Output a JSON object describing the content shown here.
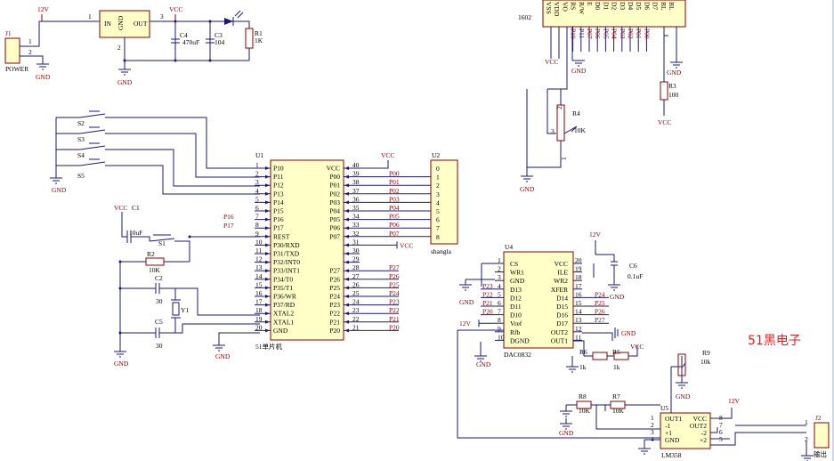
{
  "power": {
    "j1_ref": "J1",
    "j1_name": "POWER",
    "pin1": "1",
    "pin2": "2",
    "vin": "12V",
    "gnd": "GND"
  },
  "regulator": {
    "in": "IN",
    "out": "OUT",
    "gnd": "GND",
    "pin1": "1",
    "pin2": "2",
    "pin3": "3",
    "vcc": "VCC"
  },
  "caps_power": {
    "c4_ref": "C4",
    "c4_val": "470uF",
    "c3_ref": "C3",
    "c3_val": "104",
    "r1_ref": "R1",
    "r1_val": "1K",
    "gnd": "GND"
  },
  "switches": {
    "s2": "S2",
    "s3": "S3",
    "s4": "S4",
    "s5": "S5",
    "gnd": "GND"
  },
  "reset": {
    "vcc": "VCC",
    "c1_ref": "C1",
    "c1_val": "10uF",
    "s1": "S1",
    "r2_ref": "R2",
    "r2_val": "10K",
    "c2_ref": "C2",
    "c2_val": "30",
    "c5_ref": "C5",
    "c5_val": "30",
    "y1": "Y1",
    "gnd": "GND"
  },
  "mcu": {
    "ref": "U1",
    "name": "51单片机",
    "vcc": "VCC",
    "gnd": "GND",
    "p16": "P16",
    "p17": "P17",
    "left_pins": [
      {
        "num": "1",
        "label": "P10"
      },
      {
        "num": "2",
        "label": "P11"
      },
      {
        "num": "3",
        "label": "P12"
      },
      {
        "num": "4",
        "label": "P13"
      },
      {
        "num": "5",
        "label": "P14"
      },
      {
        "num": "6",
        "label": "P15"
      },
      {
        "num": "7",
        "label": "P16"
      },
      {
        "num": "8",
        "label": "P17"
      },
      {
        "num": "9",
        "label": "REST"
      },
      {
        "num": "10",
        "label": "P30/RXD"
      },
      {
        "num": "11",
        "label": "P31/TXD"
      },
      {
        "num": "12",
        "label": "P32/INT0"
      },
      {
        "num": "13",
        "label": "P33/INT1"
      },
      {
        "num": "14",
        "label": "P34/T0"
      },
      {
        "num": "15",
        "label": "P35/T1"
      },
      {
        "num": "16",
        "label": "P36/WR"
      },
      {
        "num": "17",
        "label": "P37/RD"
      },
      {
        "num": "18",
        "label": "XTAL2"
      },
      {
        "num": "19",
        "label": "XTAL1"
      },
      {
        "num": "20",
        "label": "GND"
      }
    ],
    "right_pins": [
      {
        "num": "40",
        "label": "VCC",
        "net": ""
      },
      {
        "num": "39",
        "label": "P00",
        "net": "P00"
      },
      {
        "num": "38",
        "label": "P01",
        "net": "P01"
      },
      {
        "num": "37",
        "label": "P02",
        "net": "P02"
      },
      {
        "num": "36",
        "label": "P03",
        "net": "P03"
      },
      {
        "num": "35",
        "label": "P04",
        "net": "P04"
      },
      {
        "num": "34",
        "label": "P05",
        "net": "P05"
      },
      {
        "num": "33",
        "label": "P06",
        "net": "P06"
      },
      {
        "num": "32",
        "label": "P07",
        "net": "P07"
      },
      {
        "num": "31",
        "label": "",
        "net": "VCC"
      },
      {
        "num": "30",
        "label": "",
        "net": ""
      },
      {
        "num": "29",
        "label": "",
        "net": ""
      },
      {
        "num": "28",
        "label": "P27",
        "net": "P27"
      },
      {
        "num": "27",
        "label": "P26",
        "net": "P26"
      },
      {
        "num": "26",
        "label": "P25",
        "net": "P25"
      },
      {
        "num": "25",
        "label": "P24",
        "net": "P24"
      },
      {
        "num": "24",
        "label": "P23",
        "net": "P23"
      },
      {
        "num": "23",
        "label": "P22",
        "net": "P22"
      },
      {
        "num": "22",
        "label": "P21",
        "net": "P21"
      },
      {
        "num": "21",
        "label": "P20",
        "net": "P20"
      }
    ]
  },
  "shangla": {
    "ref": "U2",
    "name": "shangla",
    "vcc": "VCC",
    "pins": [
      "0",
      "1",
      "2",
      "3",
      "4",
      "5",
      "6",
      "7",
      "8"
    ]
  },
  "lcd": {
    "ref": "1602",
    "labels": [
      "VSS",
      "VDD",
      "VO",
      "RS",
      "R/W",
      "E",
      "D0",
      "D1",
      "D2",
      "D3",
      "D4",
      "D5",
      "D6",
      "D7",
      "BL",
      "BL"
    ],
    "nets": [
      "",
      "",
      "",
      "P10",
      "P11",
      "P07",
      "P06",
      "P05",
      "P04",
      "P03",
      "P02",
      "P01",
      "P00",
      "",
      "",
      ""
    ],
    "vcc": "VCC",
    "gnd": "GND",
    "r3_ref": "R3",
    "r3_val": "100",
    "r4_ref": "R4",
    "r4_val": "10K",
    "pot_pin2": "2",
    "pot_pin3": "3",
    "pot_pin1": "1"
  },
  "dac": {
    "ref": "U4",
    "name": "DAC0832",
    "vcc": "12V",
    "left_pins": [
      {
        "num": "1",
        "label": "CS",
        "net": ""
      },
      {
        "num": "2",
        "label": "WR1",
        "net": ""
      },
      {
        "num": "3",
        "label": "GND",
        "net": ""
      },
      {
        "num": "4",
        "label": "D13",
        "net": "P23"
      },
      {
        "num": "5",
        "label": "D12",
        "net": "P22"
      },
      {
        "num": "6",
        "label": "D11",
        "net": "P21"
      },
      {
        "num": "7",
        "label": "D10",
        "net": "P20"
      },
      {
        "num": "8",
        "label": "Vref",
        "net": "12V"
      },
      {
        "num": "9",
        "label": "Rfb",
        "net": ""
      },
      {
        "num": "10",
        "label": "DGND",
        "net": ""
      }
    ],
    "right_pins": [
      {
        "num": "20",
        "label": "VCC",
        "net": ""
      },
      {
        "num": "19",
        "label": "ILE",
        "net": ""
      },
      {
        "num": "18",
        "label": "WR2",
        "net": ""
      },
      {
        "num": "17",
        "label": "XFER",
        "net": ""
      },
      {
        "num": "16",
        "label": "D14",
        "net": "P24"
      },
      {
        "num": "15",
        "label": "D15",
        "net": "P25"
      },
      {
        "num": "14",
        "label": "D16",
        "net": "P26"
      },
      {
        "num": "13",
        "label": "D17",
        "net": "P27"
      },
      {
        "num": "12",
        "label": "OUT2",
        "net": ""
      },
      {
        "num": "11",
        "label": "OUT1",
        "net": ""
      }
    ],
    "c6_ref": "C6",
    "c6_val": "0.1uF",
    "gnd": "GND"
  },
  "amp": {
    "r6_ref": "R6",
    "r6_val": "1k",
    "r5_ref": "R5",
    "r5_val": "1k",
    "vcc": "VCC",
    "r9_ref": "R9",
    "r9_val": "10k",
    "r8_ref": "R8",
    "r8_val": "10K",
    "r7_ref": "R7",
    "r7_val": "10K",
    "u5_ref": "U5",
    "u5_name": "LM358",
    "left": [
      "OUT1",
      "-1",
      "+1",
      "GND"
    ],
    "right": [
      "VCC",
      "OUT2",
      "-2",
      "+2"
    ],
    "lnums": [
      "1",
      "2",
      "3",
      "4"
    ],
    "rnums": [
      "8",
      "7",
      "6",
      "5"
    ],
    "v12": "12V",
    "gnd": "GND",
    "j2_ref": "J2",
    "j2_name": "输出",
    "j2_pin1": "1",
    "j2_pin2": "2"
  },
  "brand": "51黑电子"
}
